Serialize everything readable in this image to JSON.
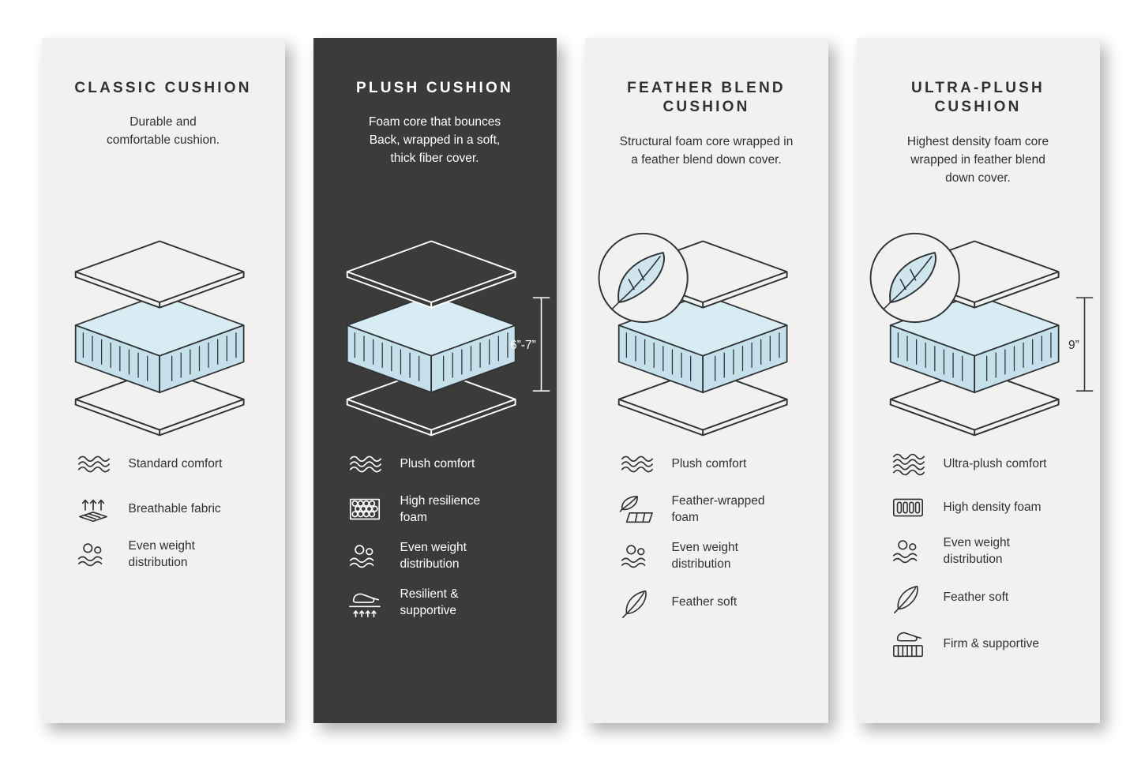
{
  "colors": {
    "page_background": "#ffffff",
    "card_light": "#f1f1ef",
    "card_dark": "#3b3b39",
    "foam_blue_top": "#d8ecf3",
    "foam_blue_side": "#c5e0ea",
    "outline_dark": "#2e3235",
    "outline_light": "#ffffff"
  },
  "cards": [
    {
      "id": "classic",
      "theme": "light",
      "title": "CLASSIC CUSHION",
      "description": "Durable and\ncomfortable cushion.",
      "features": [
        {
          "icon": "waves-icon",
          "label": "Standard comfort"
        },
        {
          "icon": "breathable-icon",
          "label": "Breathable fabric"
        },
        {
          "icon": "even-weight-icon",
          "label": "Even weight\ndistribution"
        }
      ]
    },
    {
      "id": "plush",
      "theme": "dark",
      "title": "PLUSH CUSHION",
      "description": "Foam core that bounces\nBack, wrapped in a soft,\nthick fiber cover.",
      "measurement": "6”-7”",
      "features": [
        {
          "icon": "waves-icon",
          "label": "Plush comfort"
        },
        {
          "icon": "honeycomb-icon",
          "label": "High resilience\nfoam"
        },
        {
          "icon": "even-weight-icon",
          "label": "Even weight\ndistribution"
        },
        {
          "icon": "hand-press-icon",
          "label": "Resilient &\nsupportive"
        }
      ]
    },
    {
      "id": "feather-blend",
      "theme": "light",
      "title": "FEATHER BLEND\nCUSHION",
      "description": "Structural foam core wrapped in\na feather blend down cover.",
      "features": [
        {
          "icon": "waves-icon",
          "label": "Plush comfort"
        },
        {
          "icon": "feather-foam-icon",
          "label": "Feather-wrapped\nfoam"
        },
        {
          "icon": "even-weight-icon",
          "label": "Even weight\ndistribution"
        },
        {
          "icon": "feather-icon",
          "label": "Feather soft"
        }
      ]
    },
    {
      "id": "ultra-plush",
      "theme": "light",
      "title": "ULTRA-PLUSH\nCUSHION",
      "description": "Highest density foam core\nwrapped in feather blend\ndown cover.",
      "measurement": "9”",
      "features": [
        {
          "icon": "waves-icon",
          "label": "Ultra-plush comfort"
        },
        {
          "icon": "density-foam-icon",
          "label": "High density foam"
        },
        {
          "icon": "even-weight-icon",
          "label": "Even weight\ndistribution"
        },
        {
          "icon": "feather-icon",
          "label": "Feather soft"
        },
        {
          "icon": "firm-support-icon",
          "label": "Firm & supportive"
        }
      ]
    }
  ]
}
